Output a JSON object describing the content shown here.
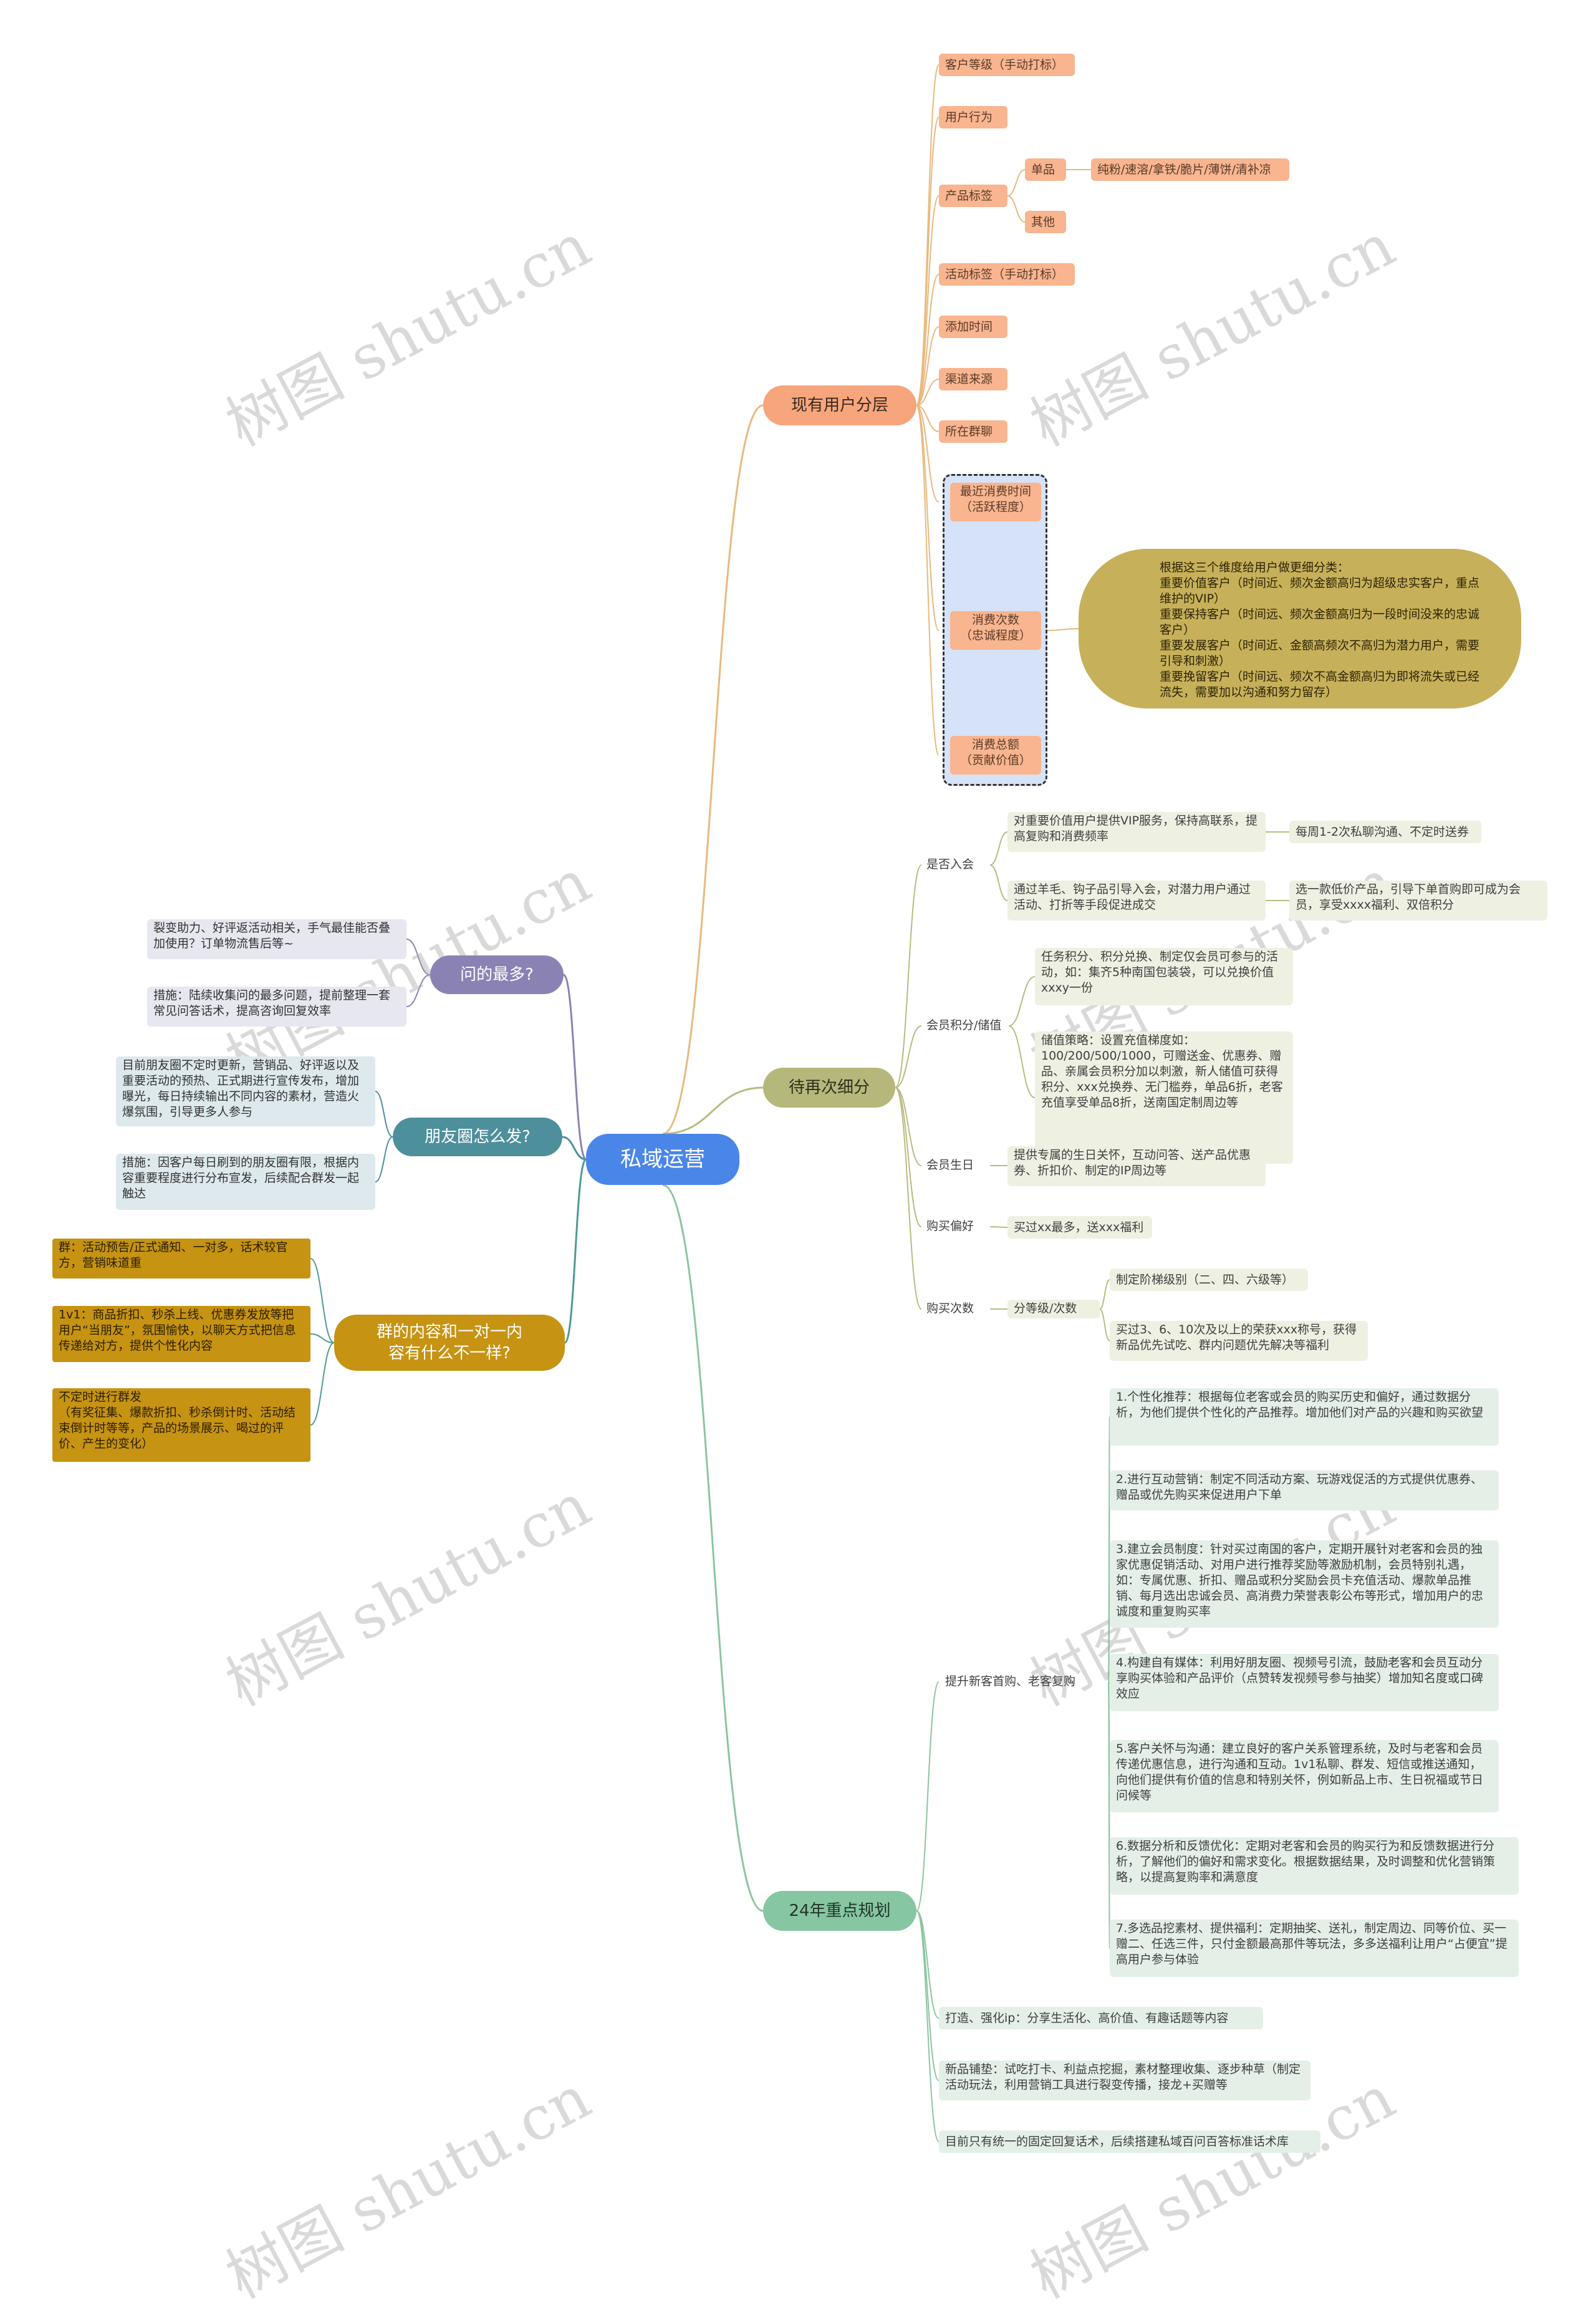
{
  "root": "私域运营",
  "watermark": "树图 shutu.cn",
  "branches": {
    "b1": "现有用户分层",
    "b2": "待再次细分",
    "b3": "24年重点规划",
    "b4": "问的最多?",
    "b5": "朋友圈怎么发?",
    "b6": "群的内容和一对一内\n容有什么不一样?"
  },
  "layer": {
    "level": "客户等级（手动打标）",
    "behavior": "用户行为",
    "tag": "产品标签",
    "single": "单品",
    "single_items": "纯粉/速溶/拿铁/脆片/薄饼/清补凉",
    "other": "其他",
    "activity": "活动标签（手动打标）",
    "added": "添加时间",
    "channel": "渠道来源",
    "group_chat": "所在群聊",
    "recent": "最近消费时间\n（活跃程度）",
    "times": "消费次数\n（忠诚程度）",
    "total": "消费总额\n（贡献价值）",
    "note": "根据这三个维度给用户做更细分类：\n重要价值客户（时间近、频次金额高归为超级忠实客户，重点维护的VIP）\n重要保持客户（时间远、频次金额高归为一段时间没来的忠诚客户）\n重要发展客户（时间近、金额高频次不高归为潜力用户，需要引导和刺激）\n重要挽留客户（时间远、频次不高金额高归为即将流失或已经流失，需要加以沟通和努力留存）"
  },
  "refine": {
    "member_q": "是否入会",
    "vip": "对重要价值用户提供VIP服务，保持高联系，提高复购和消费频率",
    "vip_detail": "每周1-2次私聊沟通、不定时送券",
    "guide": "通过羊毛、钩子品引导入会，对潜力用户通过活动、打折等手段促进成交",
    "guide_detail": "选一款低价产品，引导下单首购即可成为会员，享受xxxx福利、双倍积分",
    "points": "会员积分/储值",
    "points_1": "任务积分、积分兑换、制定仅会员可参与的活动，如：集齐5种南国包装袋，可以兑换价值xxxy一份",
    "points_2": "储值策略：设置充值梯度如：100/200/500/1000，可赠送金、优惠券、赠品、亲属会员积分加以刺激，新人储值可获得积分、xxx兑换券、无门槛券，单品6折，老客充值享受单品8折，送南国定制周边等",
    "birthday": "会员生日",
    "birthday_1": "提供专属的生日关怀，互动问答、送产品优惠券、折扣价、制定的IP周边等",
    "pref": "购买偏好",
    "pref_1": "买过xx最多，送xxx福利",
    "count": "购买次数",
    "tier": "分等级/次数",
    "tier_1": "制定阶梯级别（二、四、六级等）",
    "tier_2": "买过3、6、10次及以上的荣获xxx称号，获得新品优先试吃、群内问题优先解决等福利"
  },
  "plan": {
    "repurchase": "提升新客首购、老客复购",
    "items": [
      "1.个性化推荐：根据每位老客或会员的购买历史和偏好，通过数据分析，为他们提供个性化的产品推荐。增加他们对产品的兴趣和购买欲望",
      "2.进行互动营销：制定不同活动方案、玩游戏促活的方式提供优惠券、赠品或优先购买来促进用户下单",
      "3.建立会员制度：针对买过南国的客户，定期开展针对老客和会员的独家优惠促销活动、对用户进行推荐奖励等激励机制，会员特别礼遇，如：专属优惠、折扣、赠品或积分奖励会员卡充值活动、爆款单品推销、每月选出忠诚会员、高消费力荣誉表彰公布等形式，增加用户的忠诚度和重复购买率",
      "4.构建自有媒体：利用好朋友圈、视频号引流，鼓励老客和会员互动分享购买体验和产品评价（点赞转发视频号参与抽奖）增加知名度或口碑效应",
      "5.客户关怀与沟通：建立良好的客户关系管理系统，及时与老客和会员传递优惠信息，进行沟通和互动。1v1私聊、群发、短信或推送通知，向他们提供有价值的信息和特别关怀，例如新品上市、生日祝福或节日问候等",
      "6.数据分析和反馈优化：定期对老客和会员的购买行为和反馈数据进行分析，了解他们的偏好和需求变化。根据数据结果，及时调整和优化营销策略，以提高复购率和满意度",
      "7.多选品挖素材、提供福利：定期抽奖、送礼，制定周边、同等价位、买一赠二、任选三件，只付金额最高那件等玩法，多多送福利让用户“占便宜”提高用户参与体验"
    ],
    "ip": "打造、强化ip：分享生活化、高价值、有趣话题等内容",
    "new": "新品铺垫：试吃打卡、利益点挖掘，素材整理收集、逐步种草（制定活动玩法，利用营销工具进行裂变传播，接龙+买赠等",
    "script": "目前只有统一的固定回复话术，后续搭建私域百问百答标准话术库"
  },
  "ask": {
    "a1": "裂变助力、好评返活动相关，手气最佳能否叠加使用？订单物流售后等~",
    "a2": "措施：陆续收集问的最多问题，提前整理一套常见问答话术，提高咨询回复效率"
  },
  "moments": {
    "m1": "目前朋友圈不定时更新，营销品、好评返以及重要活动的预热、正式期进行宣传发布，增加曝光，每日持续输出不同内容的素材，营造火爆氛围，引导更多人参与",
    "m2": "措施：因客户每日刷到的朋友圈有限，根据内容重要程度进行分布宣发，后续配合群发一起触达"
  },
  "groups": {
    "g1": "群：活动预告/正式通知、一对多，话术较官方，营销味道重",
    "g2": "1v1：商品折扣、秒杀上线、优惠券发放等把用户“当朋友”，氛围愉快，以聊天方式把信息传递给对方，提供个性化内容",
    "g3": "不定时进行群发\n（有奖征集、爆款折扣、秒杀倒计时、活动结束倒计时等等，产品的场景展示、喝过的评价、产生的变化）"
  },
  "colors": {
    "b1": "#f7a57c",
    "b2": "#b5b87a",
    "b3": "#86c6a2",
    "b4": "#8b82b4",
    "b5": "#4e8f9c",
    "b6": "#c69312",
    "l1": "#e8b97e",
    "l2": "#b9bb80",
    "l3": "#8cc5a0",
    "l4": "#8b82b4",
    "l5": "#4e8f9c",
    "l6": "#4e9a95"
  }
}
